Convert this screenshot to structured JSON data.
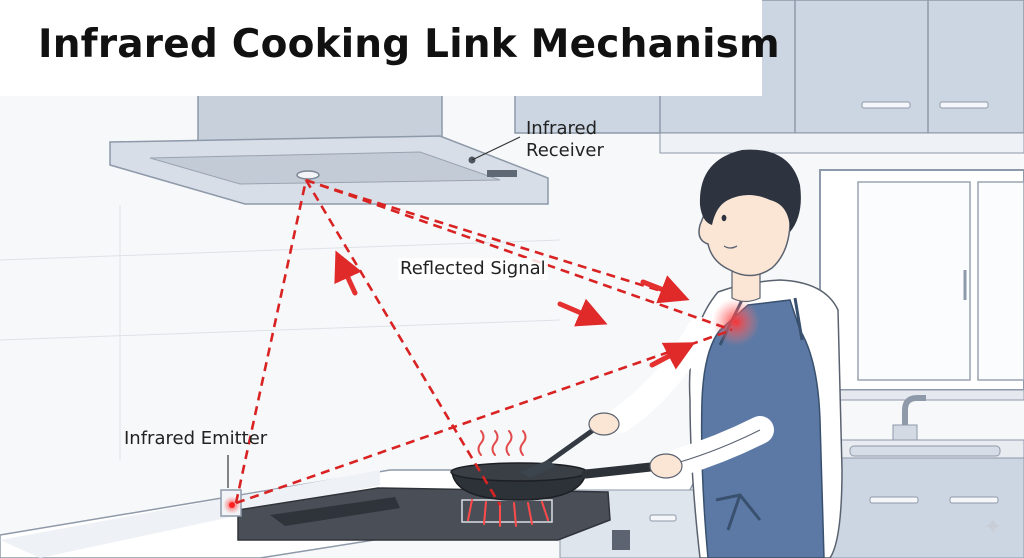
{
  "title": "Infrared Cooking Link Mechanism",
  "labels": {
    "receiver_line1": "Infrared",
    "receiver_line2": "Receiver",
    "reflected": "Reflected Signal",
    "emitter": "Infrared Emitter"
  },
  "colors": {
    "signal": "#d92323",
    "steel": "#c7ced9",
    "steel_dark": "#9aa3b0",
    "cabinet": "#c9d3e0",
    "apron": "#5b79a4",
    "cooktop": "#4a4f57",
    "background": "#f7f8fa"
  },
  "icons": {
    "watermark": "sparkle-icon"
  }
}
